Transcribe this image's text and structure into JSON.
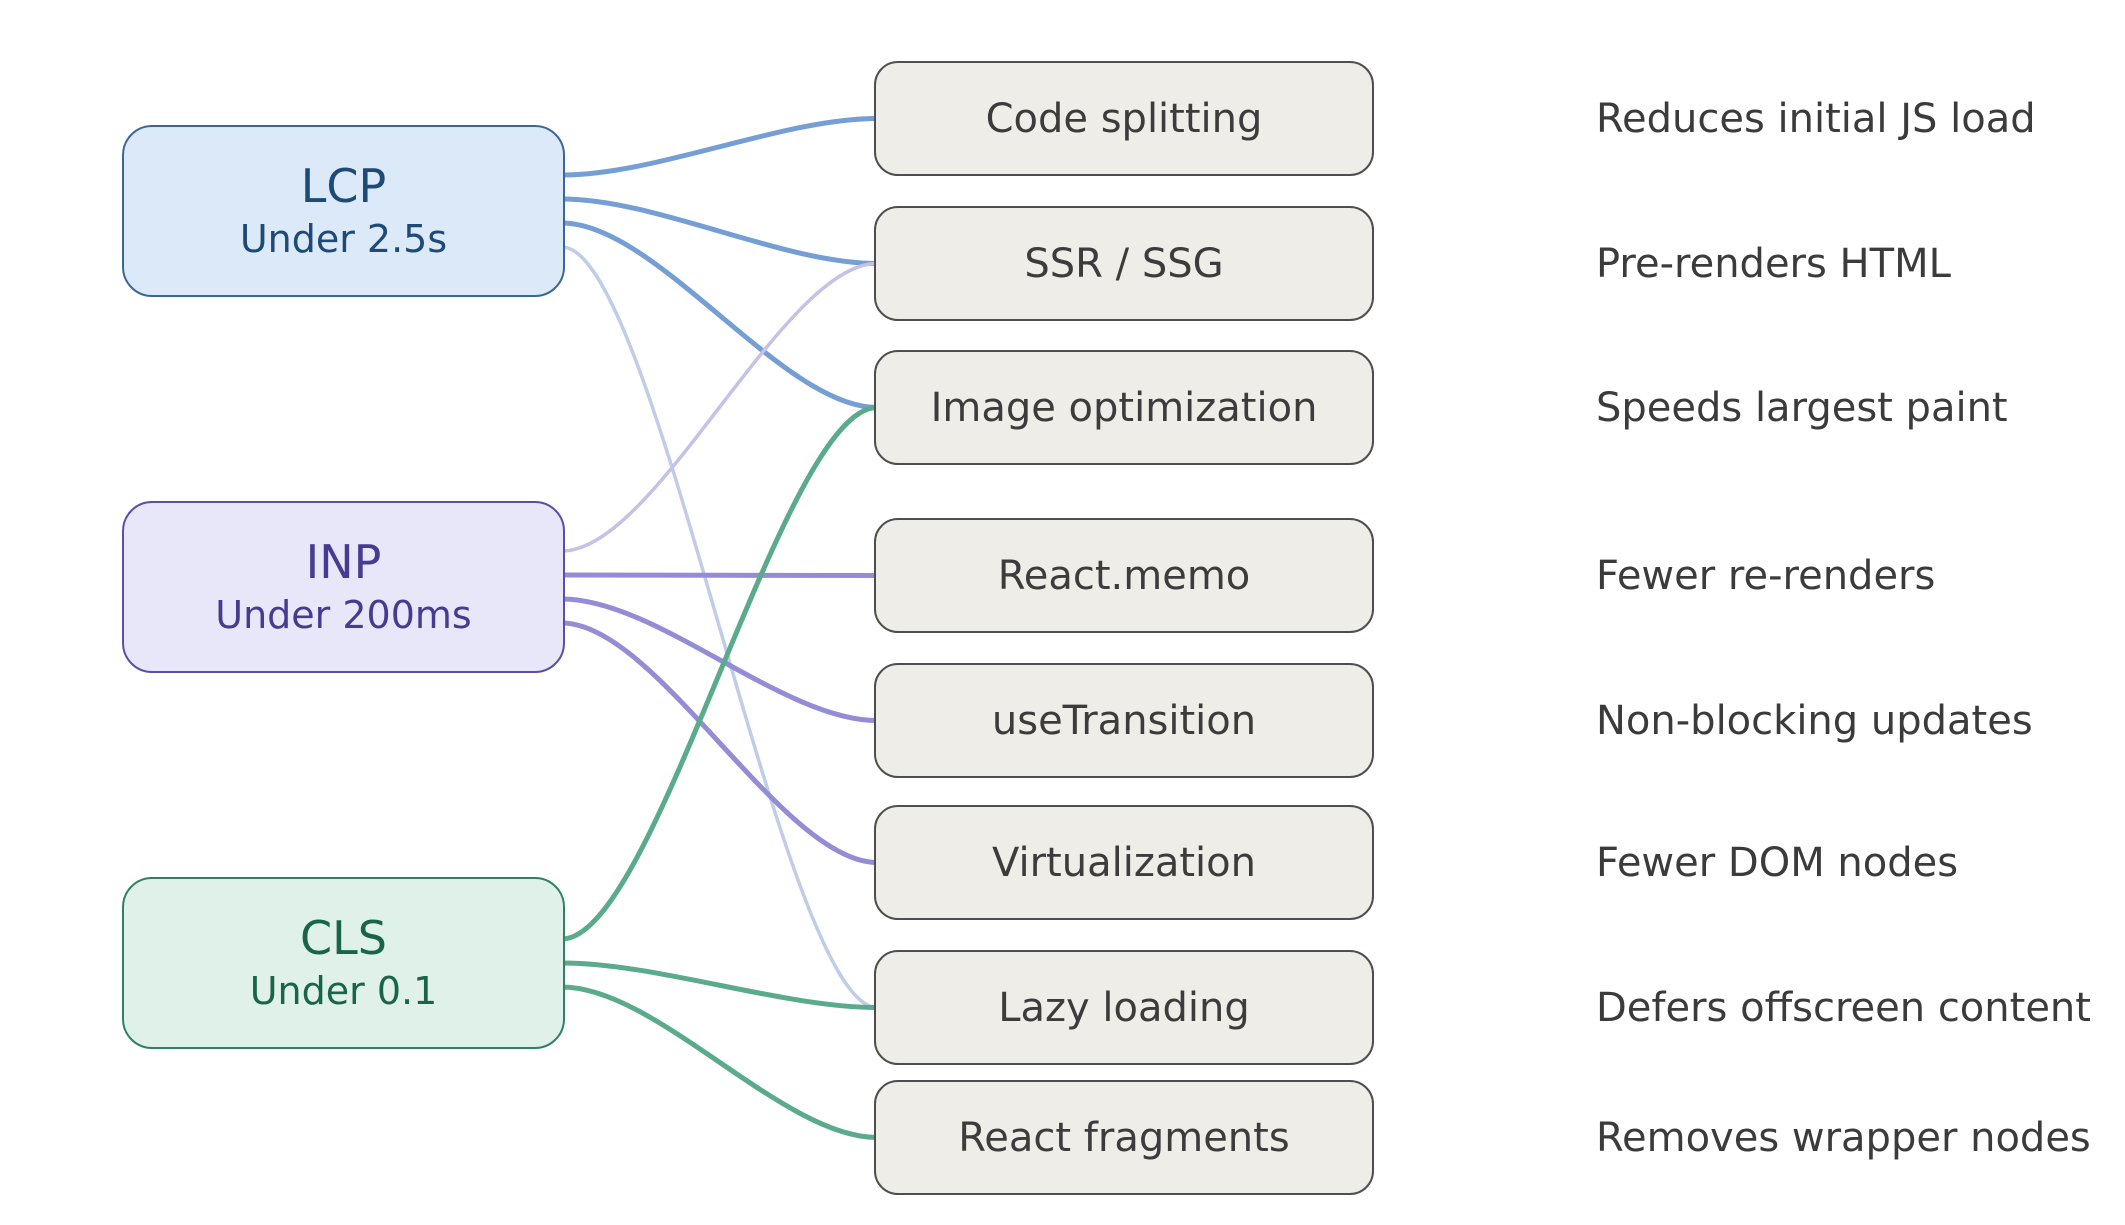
{
  "diagram": {
    "background": "#ffffff",
    "technique_style": {
      "fill": "#eeede7",
      "border": "#4e4e4e",
      "text": "#3c3c3c",
      "description_text": "#3b3b3b"
    },
    "metrics": [
      {
        "id": "lcp",
        "title": "LCP",
        "subtitle": "Under 2.5s",
        "colors": {
          "fill": "#dce9f8",
          "border": "#3a6699",
          "text": "#1d4b76",
          "edge": "#749ed4",
          "edge_light": "#bfcde9"
        }
      },
      {
        "id": "inp",
        "title": "INP",
        "subtitle": "Under 200ms",
        "colors": {
          "fill": "#e8e6f9",
          "border": "#5950a6",
          "text": "#453b90",
          "edge": "#948dd5",
          "edge_light": "#c5c1e8"
        }
      },
      {
        "id": "cls",
        "title": "CLS",
        "subtitle": "Under 0.1",
        "colors": {
          "fill": "#dff1e8",
          "border": "#2e8162",
          "text": "#186549",
          "edge": "#5aab8c",
          "edge_light": "#a9d4c2"
        }
      }
    ],
    "techniques": [
      {
        "id": "code-splitting",
        "label": "Code splitting",
        "description": "Reduces initial JS load"
      },
      {
        "id": "ssr-ssg",
        "label": "SSR / SSG",
        "description": "Pre-renders HTML"
      },
      {
        "id": "image-optimization",
        "label": "Image optimization",
        "description": "Speeds largest paint"
      },
      {
        "id": "react-memo",
        "label": "React.memo",
        "description": "Fewer re-renders"
      },
      {
        "id": "use-transition",
        "label": "useTransition",
        "description": "Non-blocking updates"
      },
      {
        "id": "virtualization",
        "label": "Virtualization",
        "description": "Fewer DOM nodes"
      },
      {
        "id": "lazy-loading",
        "label": "Lazy loading",
        "description": "Defers offscreen content"
      },
      {
        "id": "react-fragments",
        "label": "React fragments",
        "description": "Removes wrapper nodes"
      }
    ],
    "edges": [
      {
        "from": "lcp",
        "to": "code-splitting",
        "style": "solid"
      },
      {
        "from": "lcp",
        "to": "ssr-ssg",
        "style": "solid"
      },
      {
        "from": "lcp",
        "to": "image-optimization",
        "style": "solid"
      },
      {
        "from": "lcp",
        "to": "lazy-loading",
        "style": "light"
      },
      {
        "from": "inp",
        "to": "ssr-ssg",
        "style": "light"
      },
      {
        "from": "inp",
        "to": "react-memo",
        "style": "solid"
      },
      {
        "from": "inp",
        "to": "use-transition",
        "style": "solid"
      },
      {
        "from": "inp",
        "to": "virtualization",
        "style": "solid"
      },
      {
        "from": "cls",
        "to": "image-optimization",
        "style": "solid"
      },
      {
        "from": "cls",
        "to": "lazy-loading",
        "style": "solid"
      },
      {
        "from": "cls",
        "to": "react-fragments",
        "style": "solid"
      }
    ]
  }
}
